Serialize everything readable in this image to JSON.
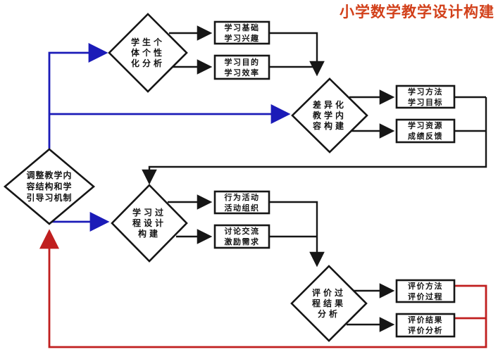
{
  "title": "小学数学教学设计构建",
  "colors": {
    "title_red": "#d2401a",
    "line_black": "#161616",
    "line_blue": "#1b1bb8",
    "line_red": "#c01f1f",
    "node_fill": "#ffffff"
  },
  "nodes": {
    "d1": {
      "id": "d1",
      "shape": "diamond",
      "label": "学生个体个性化分析",
      "lines": [
        "学生个",
        "体个性",
        "化分析"
      ]
    },
    "d2": {
      "id": "d2",
      "shape": "diamond",
      "label": "差异化教学内容构建",
      "lines": [
        "差异化",
        "教学内",
        "容构建"
      ]
    },
    "d3": {
      "id": "d3",
      "shape": "diamond",
      "label": "调整教学内容结构和学引导习机制",
      "lines": [
        "调整教学内",
        "容结构和学",
        "引导习机制"
      ]
    },
    "d4": {
      "id": "d4",
      "shape": "diamond",
      "label": "学习过程设计构建",
      "lines": [
        "学习过",
        "程设计",
        "构建"
      ]
    },
    "d5": {
      "id": "d5",
      "shape": "diamond",
      "label": "评价过程结果分析",
      "lines": [
        "评价过",
        "程结果",
        "分析"
      ]
    },
    "r1": {
      "id": "r1",
      "shape": "rect",
      "label": "学习基础 学习兴趣",
      "lines": [
        "学习基础",
        "学习兴趣"
      ]
    },
    "r2": {
      "id": "r2",
      "shape": "rect",
      "label": "学习目的 学习效率",
      "lines": [
        "学习目的",
        "学习效率"
      ]
    },
    "r3": {
      "id": "r3",
      "shape": "rect",
      "label": "学习方法 学习目标",
      "lines": [
        "学习方法",
        "学习目标"
      ]
    },
    "r4": {
      "id": "r4",
      "shape": "rect",
      "label": "学习资源 成绩反馈",
      "lines": [
        "学习资源",
        "成绩反馈"
      ]
    },
    "r5": {
      "id": "r5",
      "shape": "rect",
      "label": "行为活动 活动组织",
      "lines": [
        "行为活动",
        "活动组织"
      ]
    },
    "r6": {
      "id": "r6",
      "shape": "rect",
      "label": "讨论交流 激励需求",
      "lines": [
        "讨论交流",
        "激励需求"
      ]
    },
    "r7": {
      "id": "r7",
      "shape": "rect",
      "label": "评价方法 评价过程",
      "lines": [
        "评价方法",
        "评价过程"
      ]
    },
    "r8": {
      "id": "r8",
      "shape": "rect",
      "label": "评价结果 评价分析",
      "lines": [
        "评价结果",
        "评价分析"
      ]
    }
  },
  "edges": [
    {
      "from": "d3",
      "to": "d1",
      "color": "blue"
    },
    {
      "from": "d3",
      "to": "d2",
      "color": "blue"
    },
    {
      "from": "d3",
      "to": "d4",
      "color": "blue"
    },
    {
      "from": "d1",
      "to": "r1",
      "color": "black"
    },
    {
      "from": "d1",
      "to": "r2",
      "color": "black"
    },
    {
      "from": "r1",
      "to": "d2",
      "color": "black"
    },
    {
      "from": "r2",
      "to": "d2",
      "color": "black"
    },
    {
      "from": "d2",
      "to": "r3",
      "color": "black"
    },
    {
      "from": "d2",
      "to": "r4",
      "color": "black"
    },
    {
      "from": "r3",
      "to": "d4",
      "color": "black"
    },
    {
      "from": "r4",
      "to": "d4",
      "color": "black"
    },
    {
      "from": "d4",
      "to": "r5",
      "color": "black"
    },
    {
      "from": "d4",
      "to": "r6",
      "color": "black"
    },
    {
      "from": "r5",
      "to": "d5",
      "color": "black"
    },
    {
      "from": "r6",
      "to": "d5",
      "color": "black"
    },
    {
      "from": "d5",
      "to": "r7",
      "color": "black"
    },
    {
      "from": "d5",
      "to": "r8",
      "color": "black"
    },
    {
      "from": "r7",
      "to": "d3",
      "color": "red"
    },
    {
      "from": "r8",
      "to": "d3",
      "color": "red"
    }
  ]
}
